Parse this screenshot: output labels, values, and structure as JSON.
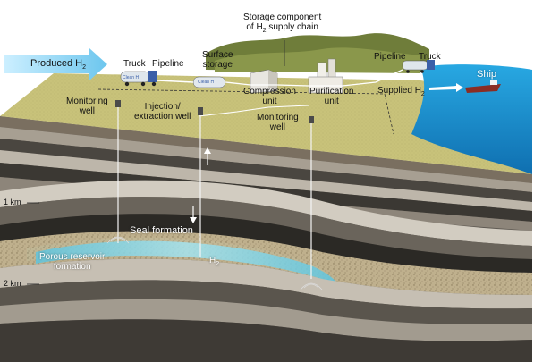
{
  "labels": {
    "produced": "Produced H",
    "produced_sub": "2",
    "truck_left": "Truck",
    "pipeline_left": "Pipeline",
    "surface_storage": "Surface\nstorage",
    "storage_component": "Storage component",
    "storage_component_line2": "of H",
    "storage_component_sub": "2",
    "storage_component_end": " supply chain",
    "pipeline_right": "Pipeline",
    "truck_right": "Truck",
    "ship": "Ship",
    "monitoring_well_left": "Monitoring\nwell",
    "injection_well": "Injection/\nextraction well",
    "compression_unit": "Compression\nunit",
    "purification_unit": "Purification\nunit",
    "supplied": "Supplied H",
    "supplied_sub": "2",
    "monitoring_well_mid": "Monitoring\nwell",
    "seal_formation": "Seal formation",
    "porous_reservoir": "Porous reservoir\nformation",
    "h2": "H",
    "h2_sub": "2",
    "truck_tank_label_1": "Clean H",
    "truck_tank_label_2": "Clean H",
    "depth_1km": "1 km",
    "depth_2km": "2 km"
  },
  "colors": {
    "ground_surface": "#c8c27a",
    "sea": "#1e9fd8",
    "hydrogen": "#7fd3e3",
    "arrow": "#8fd6f0",
    "rock_dark": "#3a3732",
    "rock_light": "#b9b2a7"
  }
}
